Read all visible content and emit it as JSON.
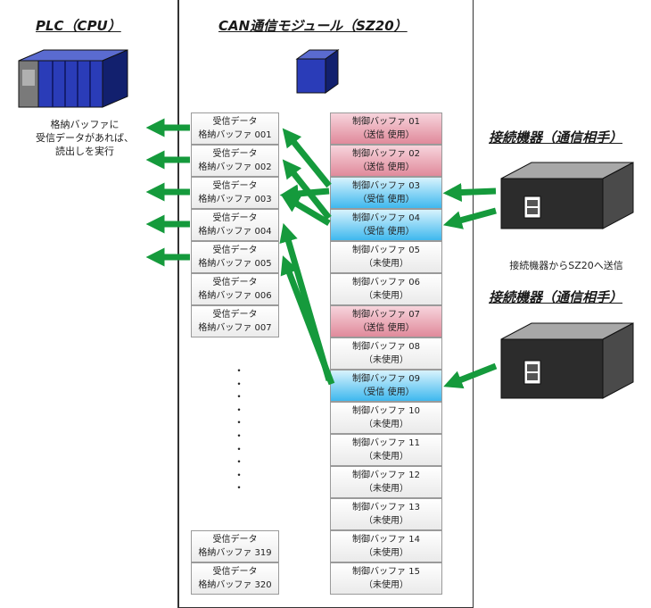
{
  "titles": {
    "plc": "PLC（CPU）",
    "can": "CAN通信モジュール（SZ20）",
    "device_1": "接続機器（通信相手）",
    "device_2": "接続機器（通信相手）"
  },
  "plc_note": [
    "格納バッファに",
    "受信データがあれば、",
    "読出しを実行"
  ],
  "device_note": "接続機器からSZ20へ送信",
  "receive_buffers": [
    {
      "line1": "受信データ",
      "line2": "格納バッファ 001"
    },
    {
      "line1": "受信データ",
      "line2": "格納バッファ 002"
    },
    {
      "line1": "受信データ",
      "line2": "格納バッファ 003"
    },
    {
      "line1": "受信データ",
      "line2": "格納バッファ 004"
    },
    {
      "line1": "受信データ",
      "line2": "格納バッファ 005"
    },
    {
      "line1": "受信データ",
      "line2": "格納バッファ 006"
    },
    {
      "line1": "受信データ",
      "line2": "格納バッファ 007"
    }
  ],
  "receive_buffers_end": [
    {
      "line1": "受信データ",
      "line2": "格納バッファ 319"
    },
    {
      "line1": "受信データ",
      "line2": "格納バッファ 320"
    }
  ],
  "ellipsis": "・\n・\n・\n・\n・\n・\n・\n・\n・\n・",
  "control_buffers": [
    {
      "line1": "制御バッファ 01",
      "line2": "（送信 使用）",
      "state": "send"
    },
    {
      "line1": "制御バッファ 02",
      "line2": "（送信 使用）",
      "state": "send"
    },
    {
      "line1": "制御バッファ 03",
      "line2": "（受信 使用）",
      "state": "recv"
    },
    {
      "line1": "制御バッファ 04",
      "line2": "（受信 使用）",
      "state": "recv"
    },
    {
      "line1": "制御バッファ 05",
      "line2": "（未使用）",
      "state": "unused"
    },
    {
      "line1": "制御バッファ 06",
      "line2": "（未使用）",
      "state": "unused"
    },
    {
      "line1": "制御バッファ 07",
      "line2": "（送信 使用）",
      "state": "send"
    },
    {
      "line1": "制御バッファ 08",
      "line2": "（未使用）",
      "state": "unused"
    },
    {
      "line1": "制御バッファ 09",
      "line2": "（受信 使用）",
      "state": "recv"
    },
    {
      "line1": "制御バッファ 10",
      "line2": "（未使用）",
      "state": "unused"
    },
    {
      "line1": "制御バッファ 11",
      "line2": "（未使用）",
      "state": "unused"
    },
    {
      "line1": "制御バッファ 12",
      "line2": "（未使用）",
      "state": "unused"
    },
    {
      "line1": "制御バッファ 13",
      "line2": "（未使用）",
      "state": "unused"
    },
    {
      "line1": "制御バッファ 14",
      "line2": "（未使用）",
      "state": "unused"
    },
    {
      "line1": "制御バッファ 15",
      "line2": "（未使用）",
      "state": "unused"
    }
  ],
  "colors": {
    "arrow": "#159a3c",
    "send": "#e08a9b",
    "recv": "#3fb8ee",
    "module": "#1e2f9e"
  }
}
